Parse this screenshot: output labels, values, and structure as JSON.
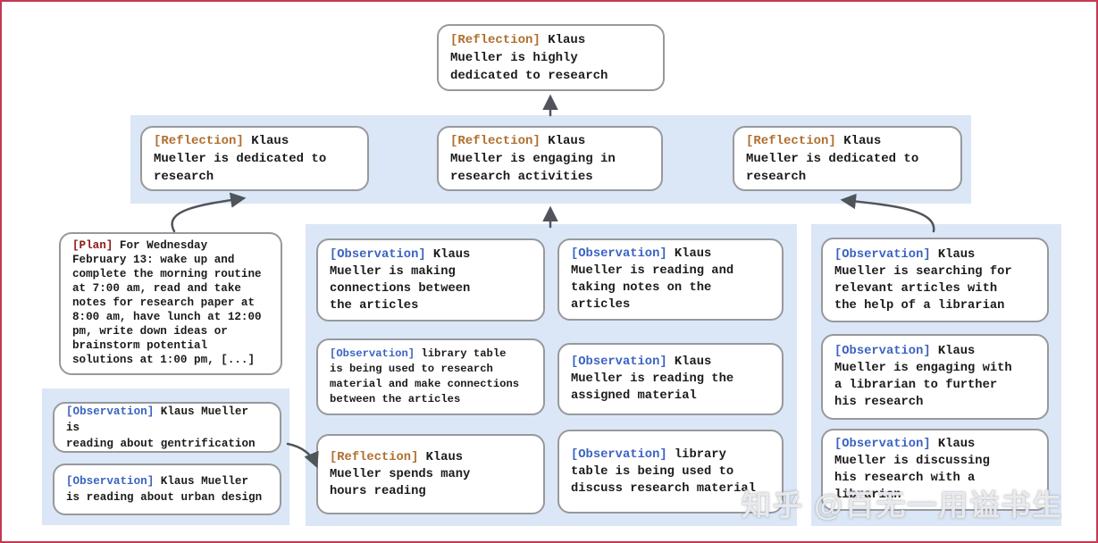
{
  "colors": {
    "band": "#dbe7f6",
    "box_border": "#97999c",
    "frame": "#c23a52",
    "arrow": "#50555b",
    "reflection_tag": "#b06f2e",
    "plan_tag": "#8e1a1a",
    "observation_tag": "#3a63c2",
    "text": "#1b1b1b"
  },
  "root": {
    "tag": "[Reflection]",
    "text": "Klaus\nMueller is highly\ndedicated to research"
  },
  "reflections": [
    {
      "tag": "[Reflection]",
      "text": "Klaus\nMueller is dedicated to\nresearch"
    },
    {
      "tag": "[Reflection]",
      "text": "Klaus\nMueller is engaging in\nresearch activities"
    },
    {
      "tag": "[Reflection]",
      "text": "Klaus\nMueller is dedicated to\nresearch"
    }
  ],
  "plan": {
    "tag": "[Plan]",
    "text": "For Wednesday\nFebruary 13: wake up and\ncomplete the morning routine\nat 7:00 am, read and take\nnotes for research paper at\n8:00 am, have lunch at 12:00\npm, write down ideas or\nbrainstorm potential\nsolutions at 1:00 pm, [...]"
  },
  "left_observations": [
    {
      "tag": "[Observation]",
      "text": "Klaus Mueller is\nreading about gentrification"
    },
    {
      "tag": "[Observation]",
      "text": "Klaus Mueller\nis reading about urban design"
    }
  ],
  "middle_col1": [
    {
      "tag": "[Observation]",
      "text": "Klaus\nMueller is making\nconnections between\nthe articles"
    },
    {
      "tag": "[Observation]",
      "text": "library table\nis being used to research\nmaterial and make connections\nbetween the articles"
    },
    {
      "tag": "[Reflection]",
      "text": "Klaus\nMueller spends many\nhours reading"
    }
  ],
  "middle_col2": [
    {
      "tag": "[Observation]",
      "text": "Klaus\nMueller is reading and\ntaking notes on the\narticles"
    },
    {
      "tag": "[Observation]",
      "text": "Klaus\nMueller is reading the\nassigned material"
    },
    {
      "tag": "[Observation]",
      "text": "library\ntable is being used to\ndiscuss research material"
    }
  ],
  "right_col": [
    {
      "tag": "[Observation]",
      "text": "Klaus\nMueller is searching for\nrelevant articles with\nthe help of a librarian"
    },
    {
      "tag": "[Observation]",
      "text": "Klaus\nMueller is engaging with\na librarian to further\nhis research"
    },
    {
      "tag": "[Observation]",
      "text": "Klaus\nMueller is discussing\nhis research with a\nlibrarian"
    }
  ],
  "watermark": "知乎 @百无一用谥书生"
}
